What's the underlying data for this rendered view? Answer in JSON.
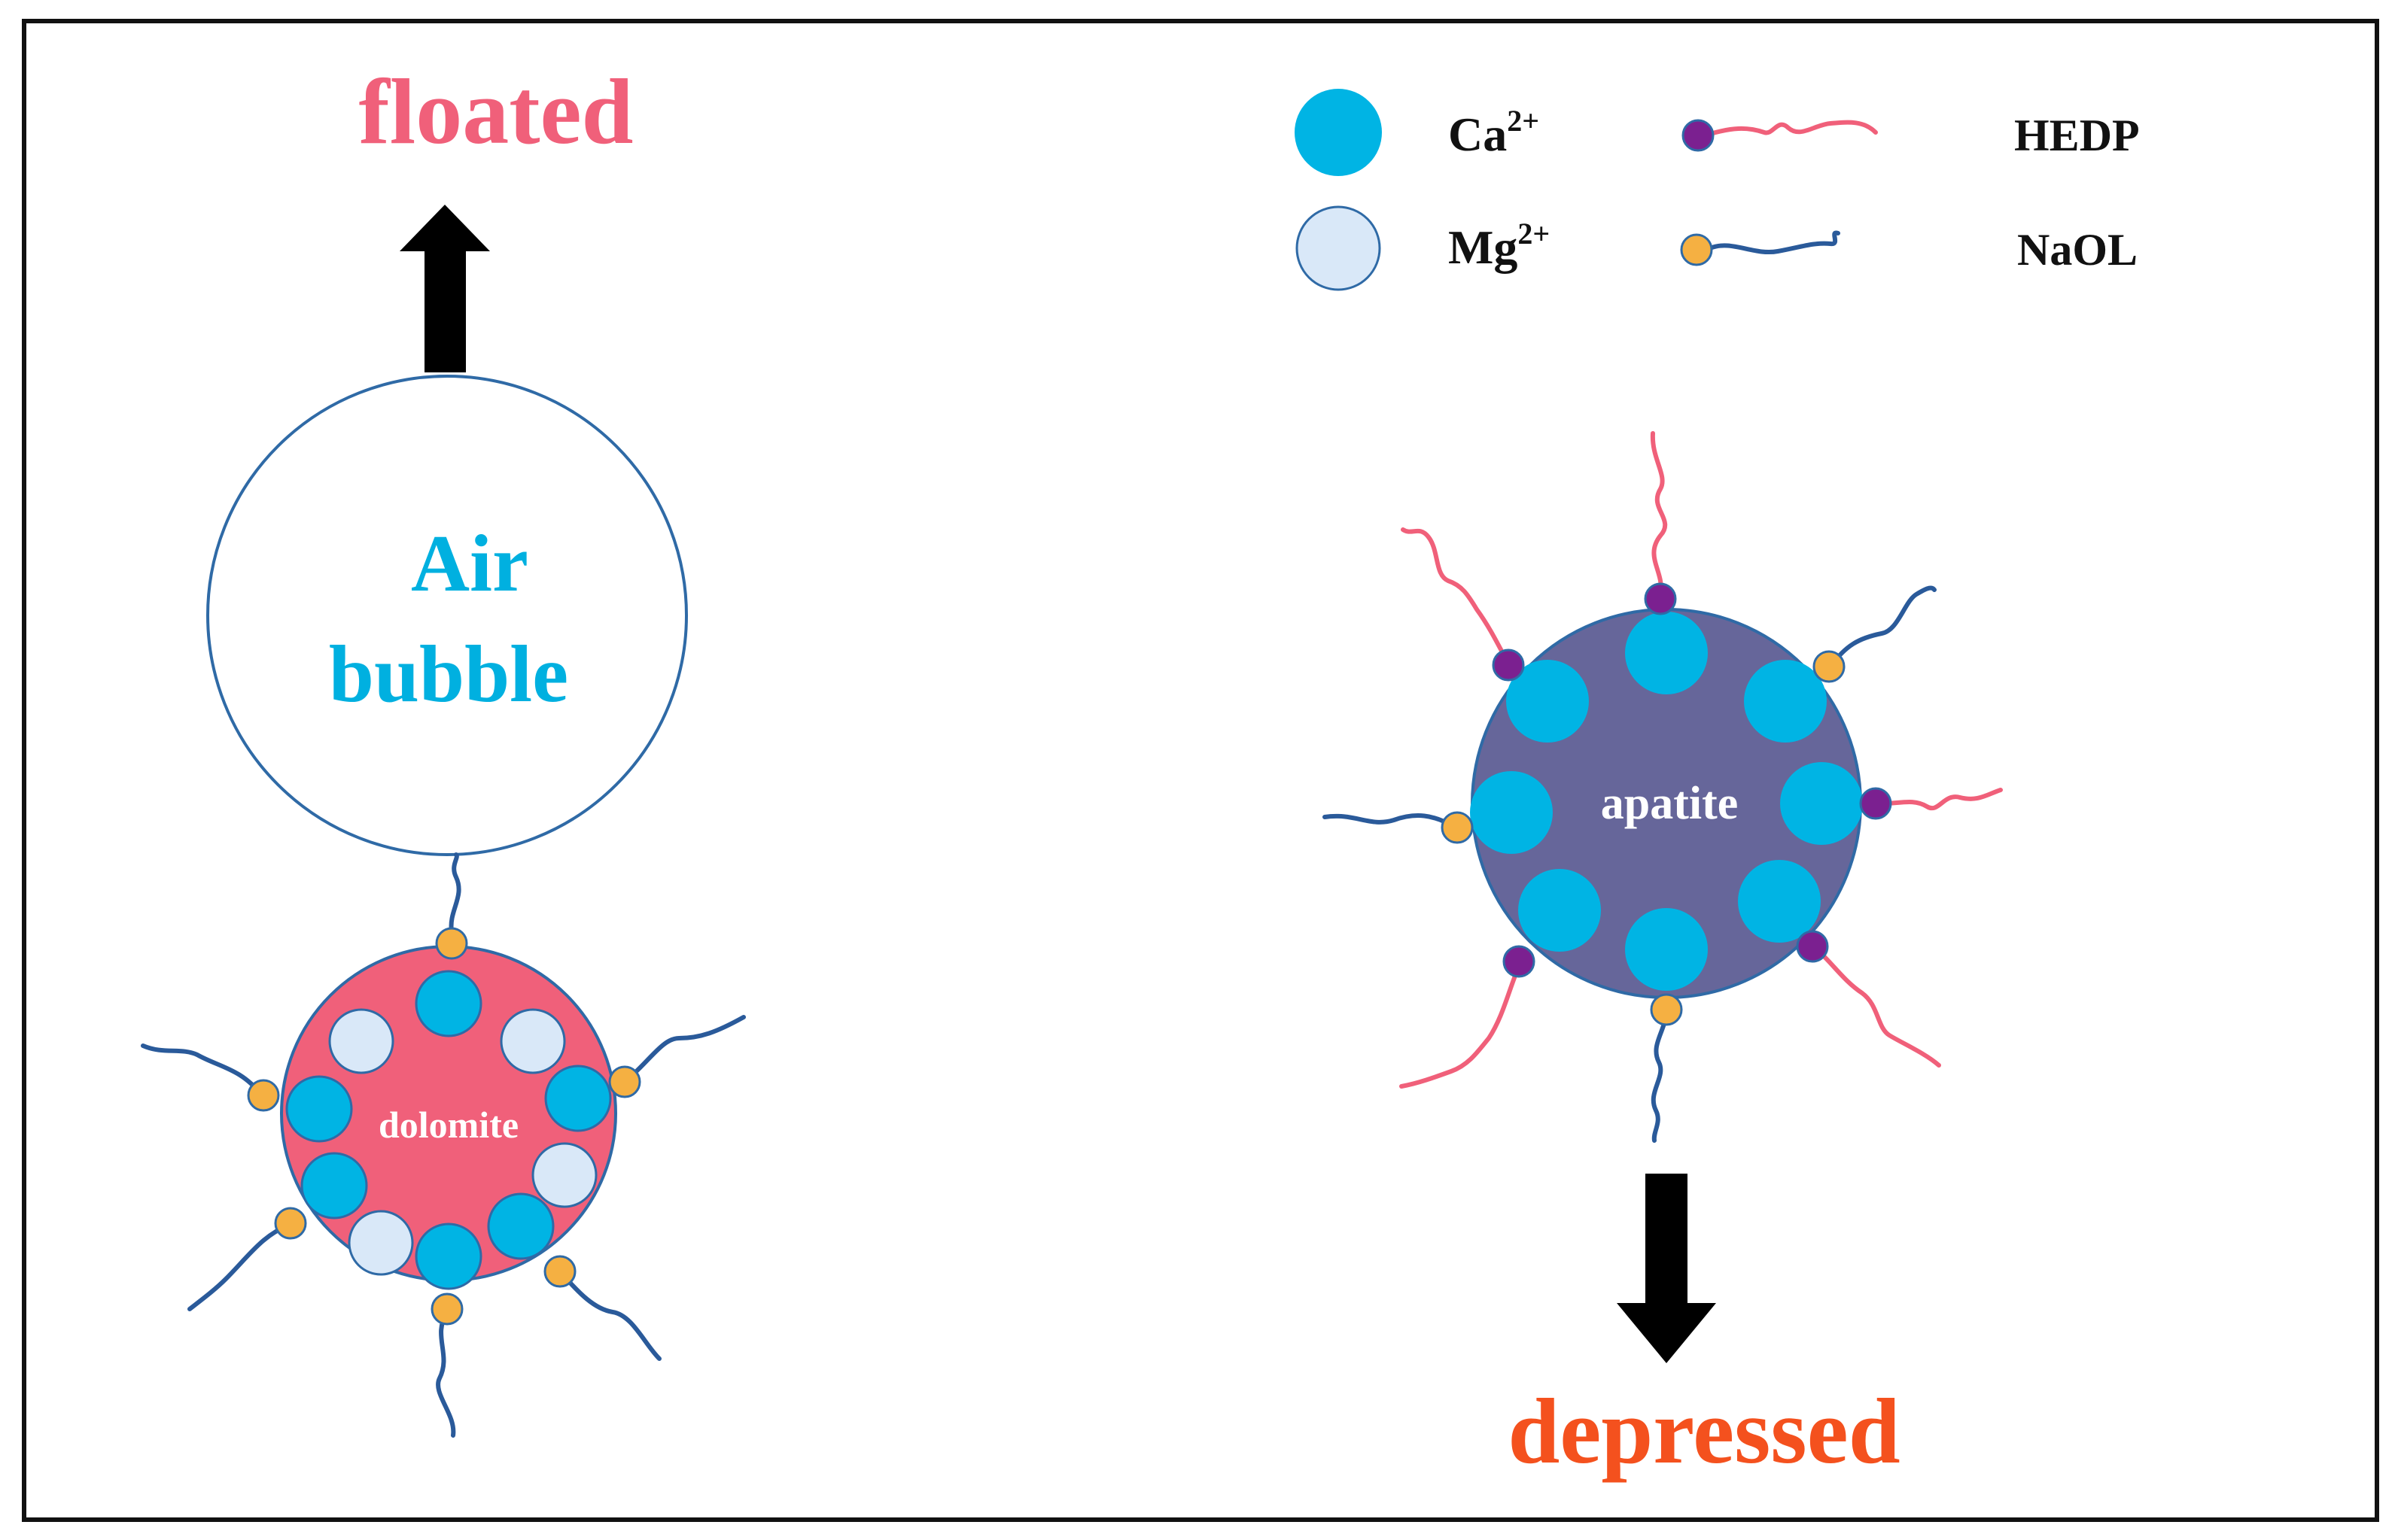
{
  "labels": {
    "floated": "floated",
    "depressed": "depressed",
    "bubble_line1": "Air",
    "bubble_line2": "bubble",
    "dolomite": "dolomite",
    "apatite": "apatite"
  },
  "legend": {
    "ca": {
      "base": "Ca",
      "sup": "2+"
    },
    "mg": {
      "base": "Mg",
      "sup": "2+"
    },
    "hedp": "HEDP",
    "naol": "NaOL"
  },
  "colors": {
    "floated_text": "#f0607a",
    "depressed_text": "#f4511e",
    "bubble_text": "#00b0e0",
    "ca_ion": "#00b4e4",
    "mg_ion": "#d9e8f8",
    "dolomite_fill": "#f0607a",
    "apatite_fill": "#66669a",
    "hedp_head": "#7b2090",
    "hedp_tail": "#f0607a",
    "naol_head": "#f5b042",
    "naol_tail": "#2a5a9a",
    "outline": "#2f6aa6",
    "frame": "#111111",
    "arrow": "#000000"
  }
}
